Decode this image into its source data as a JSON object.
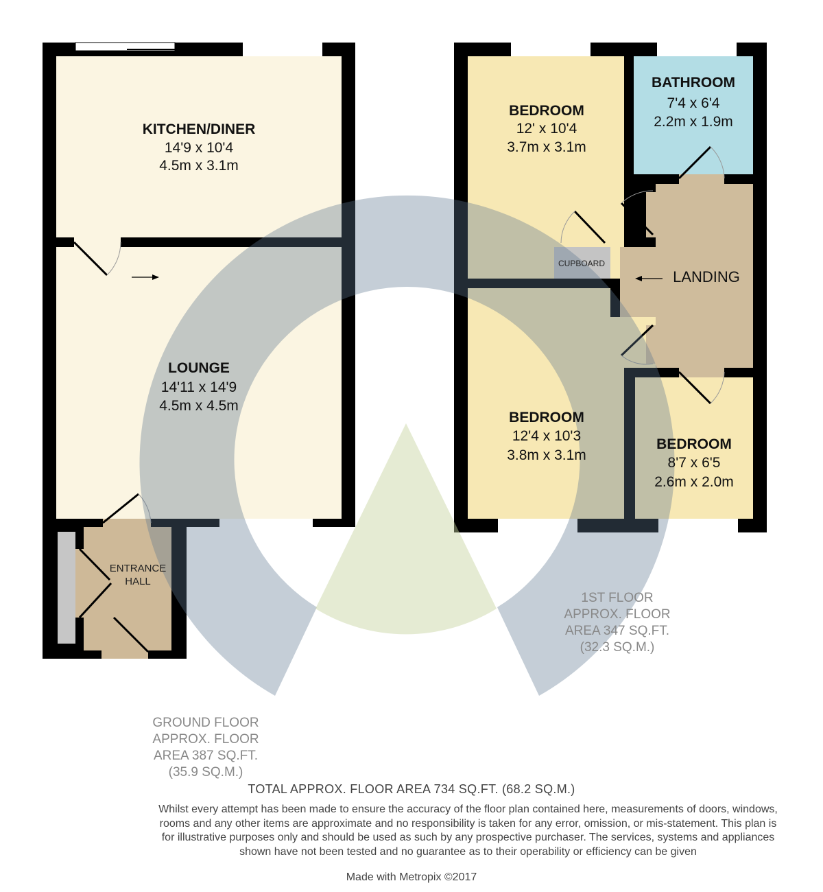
{
  "rooms": {
    "kitchen": {
      "name": "KITCHEN/DINER",
      "imperial": "14'9 x 10'4",
      "metric": "4.5m x 3.1m"
    },
    "lounge": {
      "name": "LOUNGE",
      "imperial": "14'11 x 14'9",
      "metric": "4.5m x 4.5m"
    },
    "entrance": {
      "line1": "ENTRANCE",
      "line2": "HALL"
    },
    "bedroom1": {
      "name": "BEDROOM",
      "imperial": "12' x 10'4",
      "metric": "3.7m x 3.1m"
    },
    "bathroom": {
      "name": "BATHROOM",
      "imperial": "7'4 x 6'4",
      "metric": "2.2m x 1.9m"
    },
    "cupboard": {
      "name": "CUPBOARD"
    },
    "landing": {
      "name": "LANDING"
    },
    "bedroom2": {
      "name": "BEDROOM",
      "imperial": "12'4 x 10'3",
      "metric": "3.8m x 3.1m"
    },
    "bedroom3": {
      "name": "BEDROOM",
      "imperial": "8'7 x 6'5",
      "metric": "2.6m x 2.0m"
    }
  },
  "ground_floor": {
    "line1": "GROUND FLOOR",
    "line2": "APPROX. FLOOR",
    "line3": "AREA 387 SQ.FT.",
    "line4": "(35.9 SQ.M.)"
  },
  "first_floor": {
    "line1": "1ST FLOOR",
    "line2": "APPROX. FLOOR",
    "line3": "AREA 347 SQ.FT.",
    "line4": "(32.3 SQ.M.)"
  },
  "total_area": "TOTAL APPROX. FLOOR AREA 734 SQ.FT. (68.2 SQ.M.)",
  "disclaimer": "Whilst every attempt has been made to ensure the accuracy of the floor plan contained here, measurements of doors, windows, rooms and any other items are approximate and no responsibility is taken for any error, omission, or mis-statement. This plan is for illustrative purposes only and should be used as such by any prospective purchaser. The services, systems and appliances shown have not been tested and no guarantee as to their operability or efficiency can be given",
  "credit": "Made with Metropix ©2017",
  "colors": {
    "wall": "#000000",
    "kitchen_lounge_fill": "#fbf5e2",
    "bedroom_fill": "#f7e8b4",
    "bathroom_fill": "#b3dde5",
    "landing_fill": "#cfbc9c",
    "entrance_fill": "#ceb998",
    "cupboard_fill": "#c4c4c4",
    "watermark_blue": "#5d7691",
    "watermark_green": "#c5d39e"
  }
}
